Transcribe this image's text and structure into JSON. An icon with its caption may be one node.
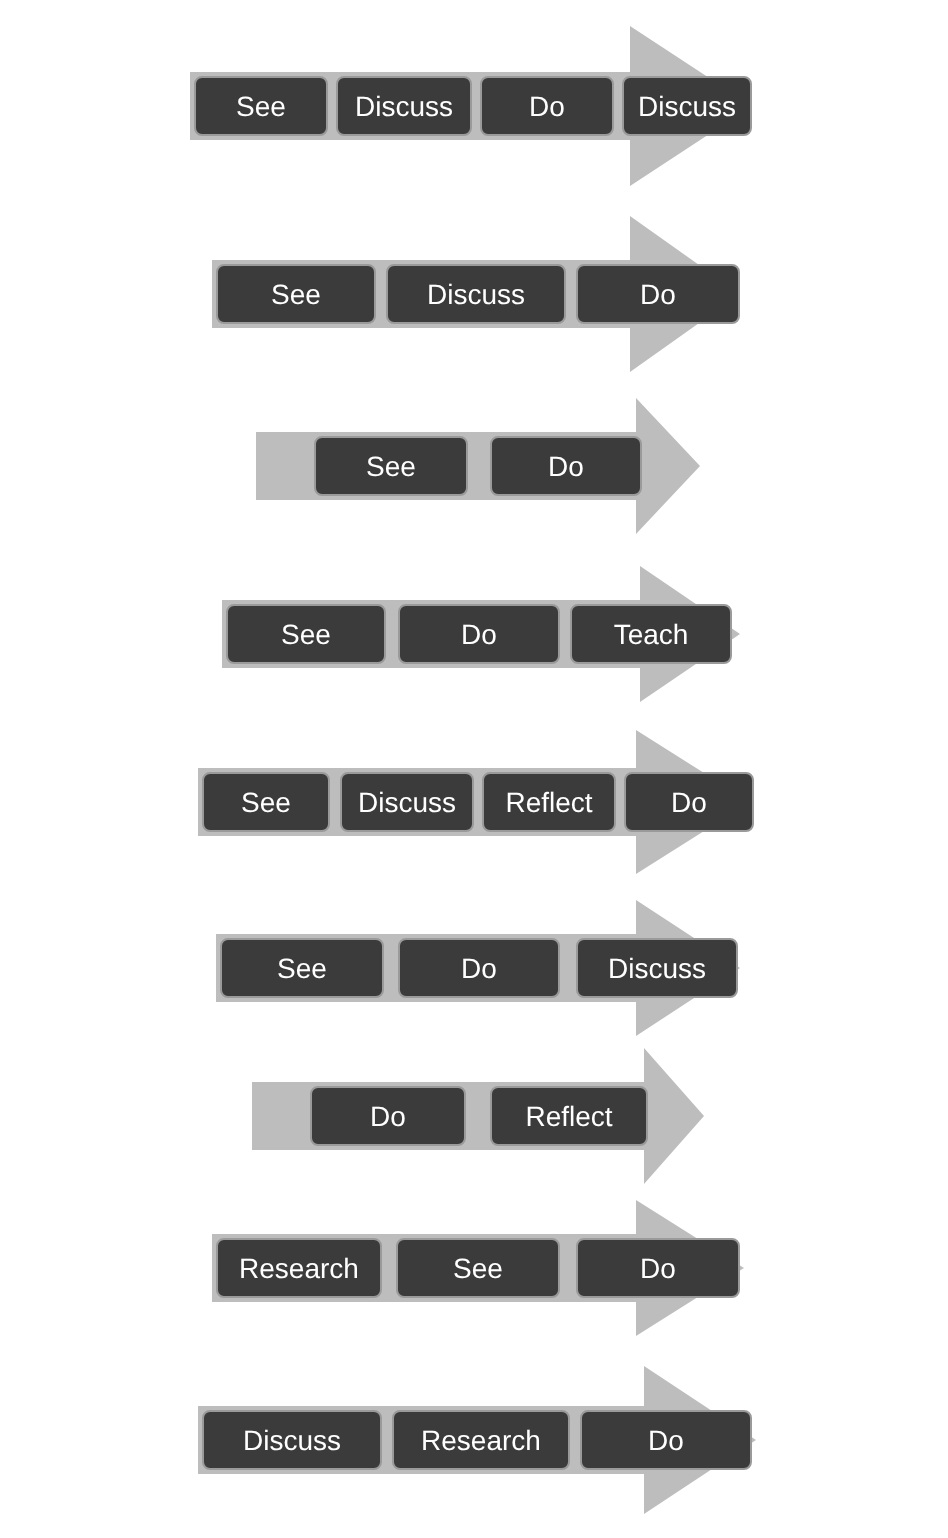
{
  "diagram": {
    "nodes": [
      {
        "text": [],
        "shape": "arrow"
      },
      {
        "text": [
          "See"
        ],
        "in": 0
      },
      {
        "text": [
          "Discuss"
        ],
        "in": 0
      },
      {
        "text": [
          "Do"
        ],
        "in": 0
      },
      {
        "text": [
          "Discuss"
        ],
        "in": 0
      },
      {
        "text": [],
        "shape": "arrow"
      },
      {
        "text": [
          "See"
        ],
        "in": 5
      },
      {
        "text": [
          "Discuss"
        ],
        "in": 5
      },
      {
        "text": [
          "Do"
        ],
        "in": 5
      },
      {
        "text": [],
        "shape": "arrow"
      },
      {
        "text": [
          "See"
        ],
        "in": 9
      },
      {
        "text": [
          "Do"
        ],
        "in": 9
      },
      {
        "text": [],
        "shape": "arrow"
      },
      {
        "text": [
          "See"
        ],
        "in": 12
      },
      {
        "text": [
          "Do"
        ],
        "in": 12
      },
      {
        "text": [
          "Teach"
        ],
        "in": 12
      },
      {
        "text": [],
        "shape": "arrow"
      },
      {
        "text": [
          "See"
        ],
        "in": 16
      },
      {
        "text": [
          "Discuss"
        ],
        "in": 16
      },
      {
        "text": [
          "Reflect"
        ],
        "in": 16
      },
      {
        "text": [
          "Do"
        ],
        "in": 16
      },
      {
        "text": [],
        "shape": "arrow"
      },
      {
        "text": [
          "See"
        ],
        "in": 21
      },
      {
        "text": [
          "Do"
        ],
        "in": 21
      },
      {
        "text": [
          "Discuss"
        ],
        "in": 21
      },
      {
        "text": [],
        "shape": "arrow"
      },
      {
        "text": [
          "Do"
        ],
        "in": 25
      },
      {
        "text": [
          "Reflect"
        ],
        "in": 25
      },
      {
        "text": [],
        "shape": "arrow"
      },
      {
        "text": [
          "Research"
        ],
        "in": 28
      },
      {
        "text": [
          "See"
        ],
        "in": 28
      },
      {
        "text": [
          "Do"
        ],
        "in": 28
      },
      {
        "text": [],
        "shape": "arrow"
      },
      {
        "text": [
          "Discuss"
        ],
        "in": 32
      },
      {
        "text": [
          "Research"
        ],
        "in": 32
      },
      {
        "text": [
          "Do"
        ],
        "in": 32
      }
    ]
  }
}
